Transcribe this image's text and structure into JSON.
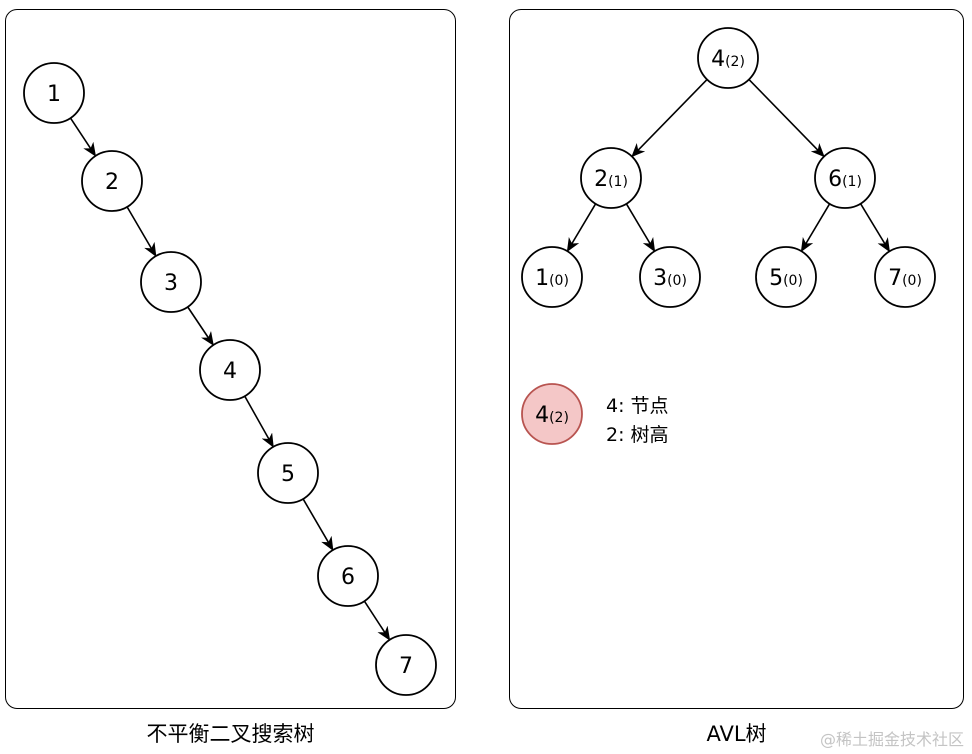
{
  "left_panel": {
    "caption": "不平衡二叉搜索树",
    "nodes": [
      {
        "id": "1",
        "label": "1",
        "height": ""
      },
      {
        "id": "2",
        "label": "2",
        "height": ""
      },
      {
        "id": "3",
        "label": "3",
        "height": ""
      },
      {
        "id": "4",
        "label": "4",
        "height": ""
      },
      {
        "id": "5",
        "label": "5",
        "height": ""
      },
      {
        "id": "6",
        "label": "6",
        "height": ""
      },
      {
        "id": "7",
        "label": "7",
        "height": ""
      }
    ],
    "edges": [
      [
        "1",
        "2"
      ],
      [
        "2",
        "3"
      ],
      [
        "3",
        "4"
      ],
      [
        "4",
        "5"
      ],
      [
        "5",
        "6"
      ],
      [
        "6",
        "7"
      ]
    ]
  },
  "right_panel": {
    "caption": "AVL树",
    "nodes": [
      {
        "id": "4",
        "label": "4",
        "height": "(2)"
      },
      {
        "id": "2",
        "label": "2",
        "height": "(1)"
      },
      {
        "id": "6",
        "label": "6",
        "height": "(1)"
      },
      {
        "id": "1",
        "label": "1",
        "height": "(0)"
      },
      {
        "id": "3",
        "label": "3",
        "height": "(0)"
      },
      {
        "id": "5",
        "label": "5",
        "height": "(0)"
      },
      {
        "id": "7",
        "label": "7",
        "height": "(0)"
      }
    ],
    "edges": [
      [
        "4",
        "2"
      ],
      [
        "4",
        "6"
      ],
      [
        "2",
        "1"
      ],
      [
        "2",
        "3"
      ],
      [
        "6",
        "5"
      ],
      [
        "6",
        "7"
      ]
    ],
    "legend": {
      "sample_label": "4",
      "sample_height": "(2)",
      "line1": "4:  节点",
      "line2": "2:  树高",
      "highlight_fill": "#f4c7c7",
      "highlight_stroke": "#b85450"
    }
  },
  "watermark": "@稀土掘金技术社区"
}
